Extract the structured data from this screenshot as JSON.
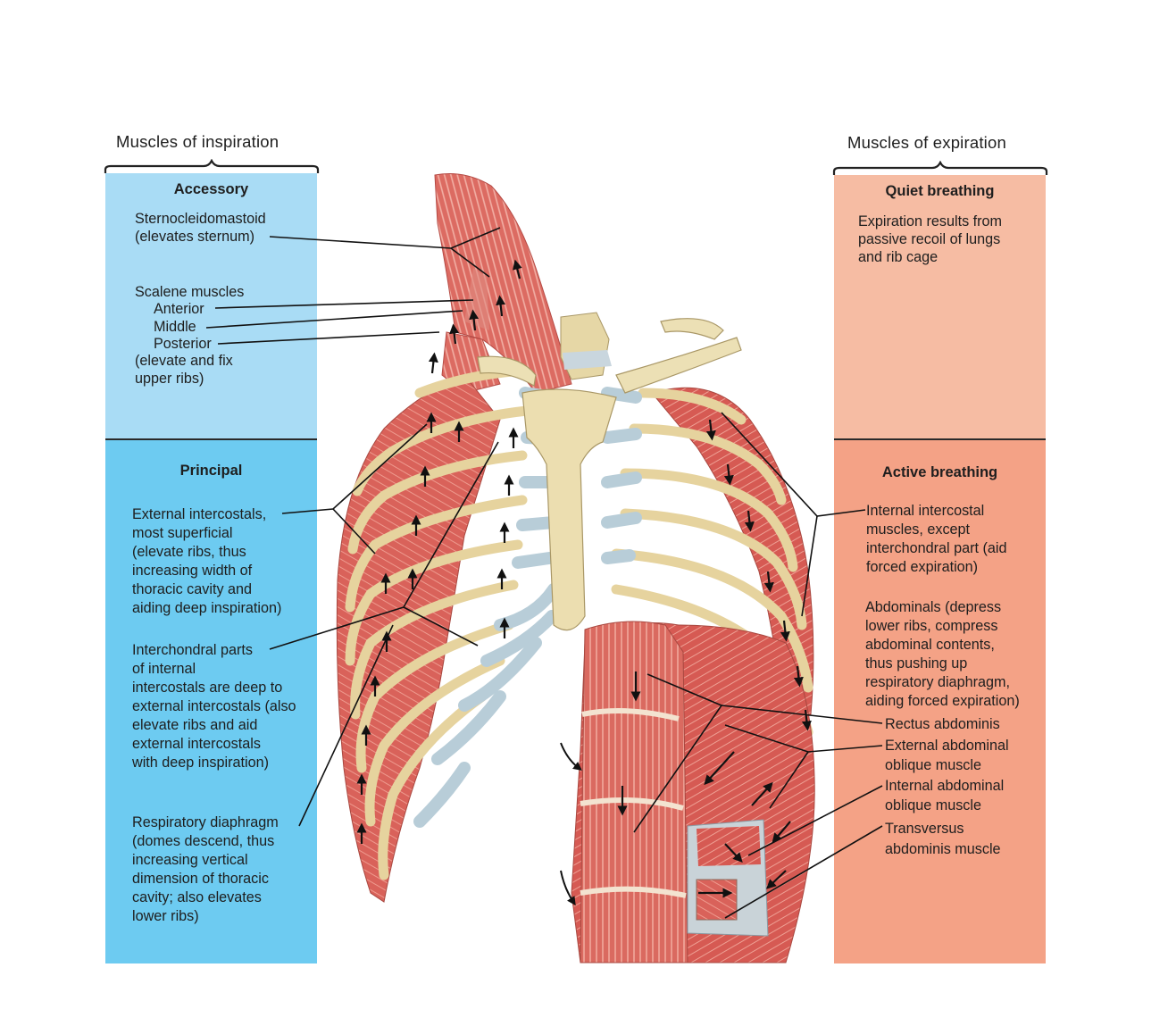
{
  "inspiration": {
    "heading": "Muscles of inspiration",
    "accessory": {
      "title": "Accessory",
      "scm": [
        "Sternocleidomastoid",
        "(elevates sternum)"
      ],
      "scalene_title": "Scalene muscles",
      "scalene_parts": [
        "Anterior",
        "Middle",
        "Posterior"
      ],
      "scalene_note": [
        "(elevate and fix",
        "upper ribs)"
      ]
    },
    "principal": {
      "title": "Principal",
      "external_intercostals": [
        "External intercostals,",
        "most superficial",
        "(elevate ribs, thus",
        "increasing width of",
        "thoracic cavity and",
        "aiding deep inspiration)"
      ],
      "interchondral": [
        "Interchondral parts",
        "of internal",
        "intercostals are deep to",
        "external intercostals (also",
        "elevate ribs and aid",
        "external intercostals",
        "with deep inspiration)"
      ],
      "diaphragm": [
        "Respiratory diaphragm",
        "(domes descend, thus",
        "increasing vertical",
        "dimension of thoracic",
        "cavity; also elevates",
        "lower ribs)"
      ]
    }
  },
  "expiration": {
    "heading": "Muscles of expiration",
    "quiet": {
      "title": "Quiet breathing",
      "text": [
        "Expiration results from",
        "passive recoil of lungs",
        "and rib cage"
      ]
    },
    "active": {
      "title": "Active breathing",
      "internal_intercostal": [
        "Internal intercostal",
        "muscles, except",
        "interchondral part (aid",
        "forced expiration)"
      ],
      "abdominals": [
        "Abdominals (depress",
        "lower ribs, compress",
        "abdominal contents,",
        "thus pushing up",
        "respiratory diaphragm,",
        "aiding forced expiration)"
      ],
      "rectus": "Rectus abdominis",
      "external_oblique": [
        "External abdominal",
        "oblique muscle"
      ],
      "internal_oblique": [
        "Internal abdominal",
        "oblique muscle"
      ],
      "transversus": [
        "Transversus",
        "abdominis muscle"
      ]
    }
  },
  "colors": {
    "accessory_bg": "#a9dcf5",
    "principal_bg": "#6dcbf1",
    "quiet_bg": "#f6bca3",
    "active_bg": "#f4a286",
    "muscle": "#d9625a",
    "cartilage": "#b8cdd8",
    "bone": "#ede0b2"
  }
}
